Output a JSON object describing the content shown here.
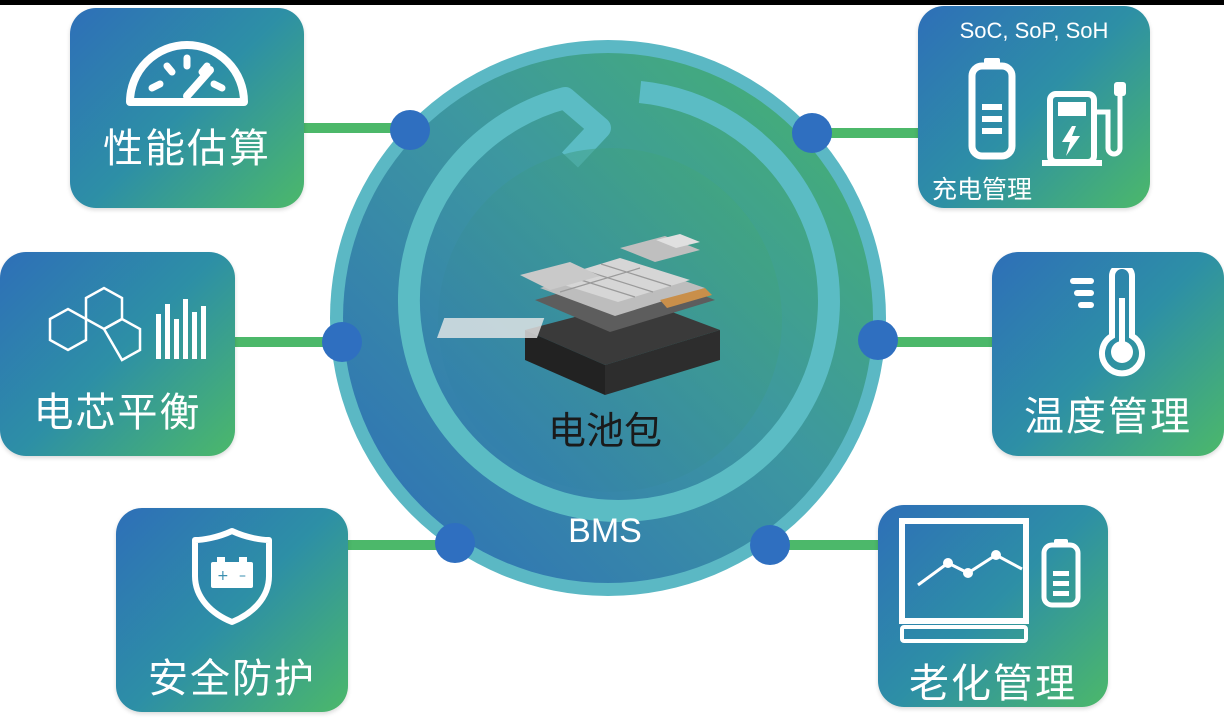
{
  "center": {
    "label": "电池包",
    "ring_label": "BMS"
  },
  "boxes": {
    "performance": {
      "label": "性能估算",
      "icon": "gauge-icon"
    },
    "cell_balance": {
      "label": "电芯平衡",
      "icon": "hexagon-molecule-icon"
    },
    "safety": {
      "label": "安全防护",
      "icon": "shield-battery-icon"
    },
    "charging": {
      "label": "充电管理",
      "metrics": "SoC, SoP, SoH",
      "icon": "battery-charger-icon"
    },
    "temperature": {
      "label": "温度管理",
      "icon": "thermometer-icon"
    },
    "aging": {
      "label": "老化管理",
      "icon": "monitor-chart-icon"
    }
  },
  "colors": {
    "ring_outer": "#5bb8c4",
    "ring_fill_start": "#2d6db8",
    "ring_fill_end": "#42b36e",
    "connector_dot": "#2f6fc0",
    "connector_line": "#4cb86a",
    "box_start": "#2e6fb8",
    "box_end": "#4cb86a"
  }
}
